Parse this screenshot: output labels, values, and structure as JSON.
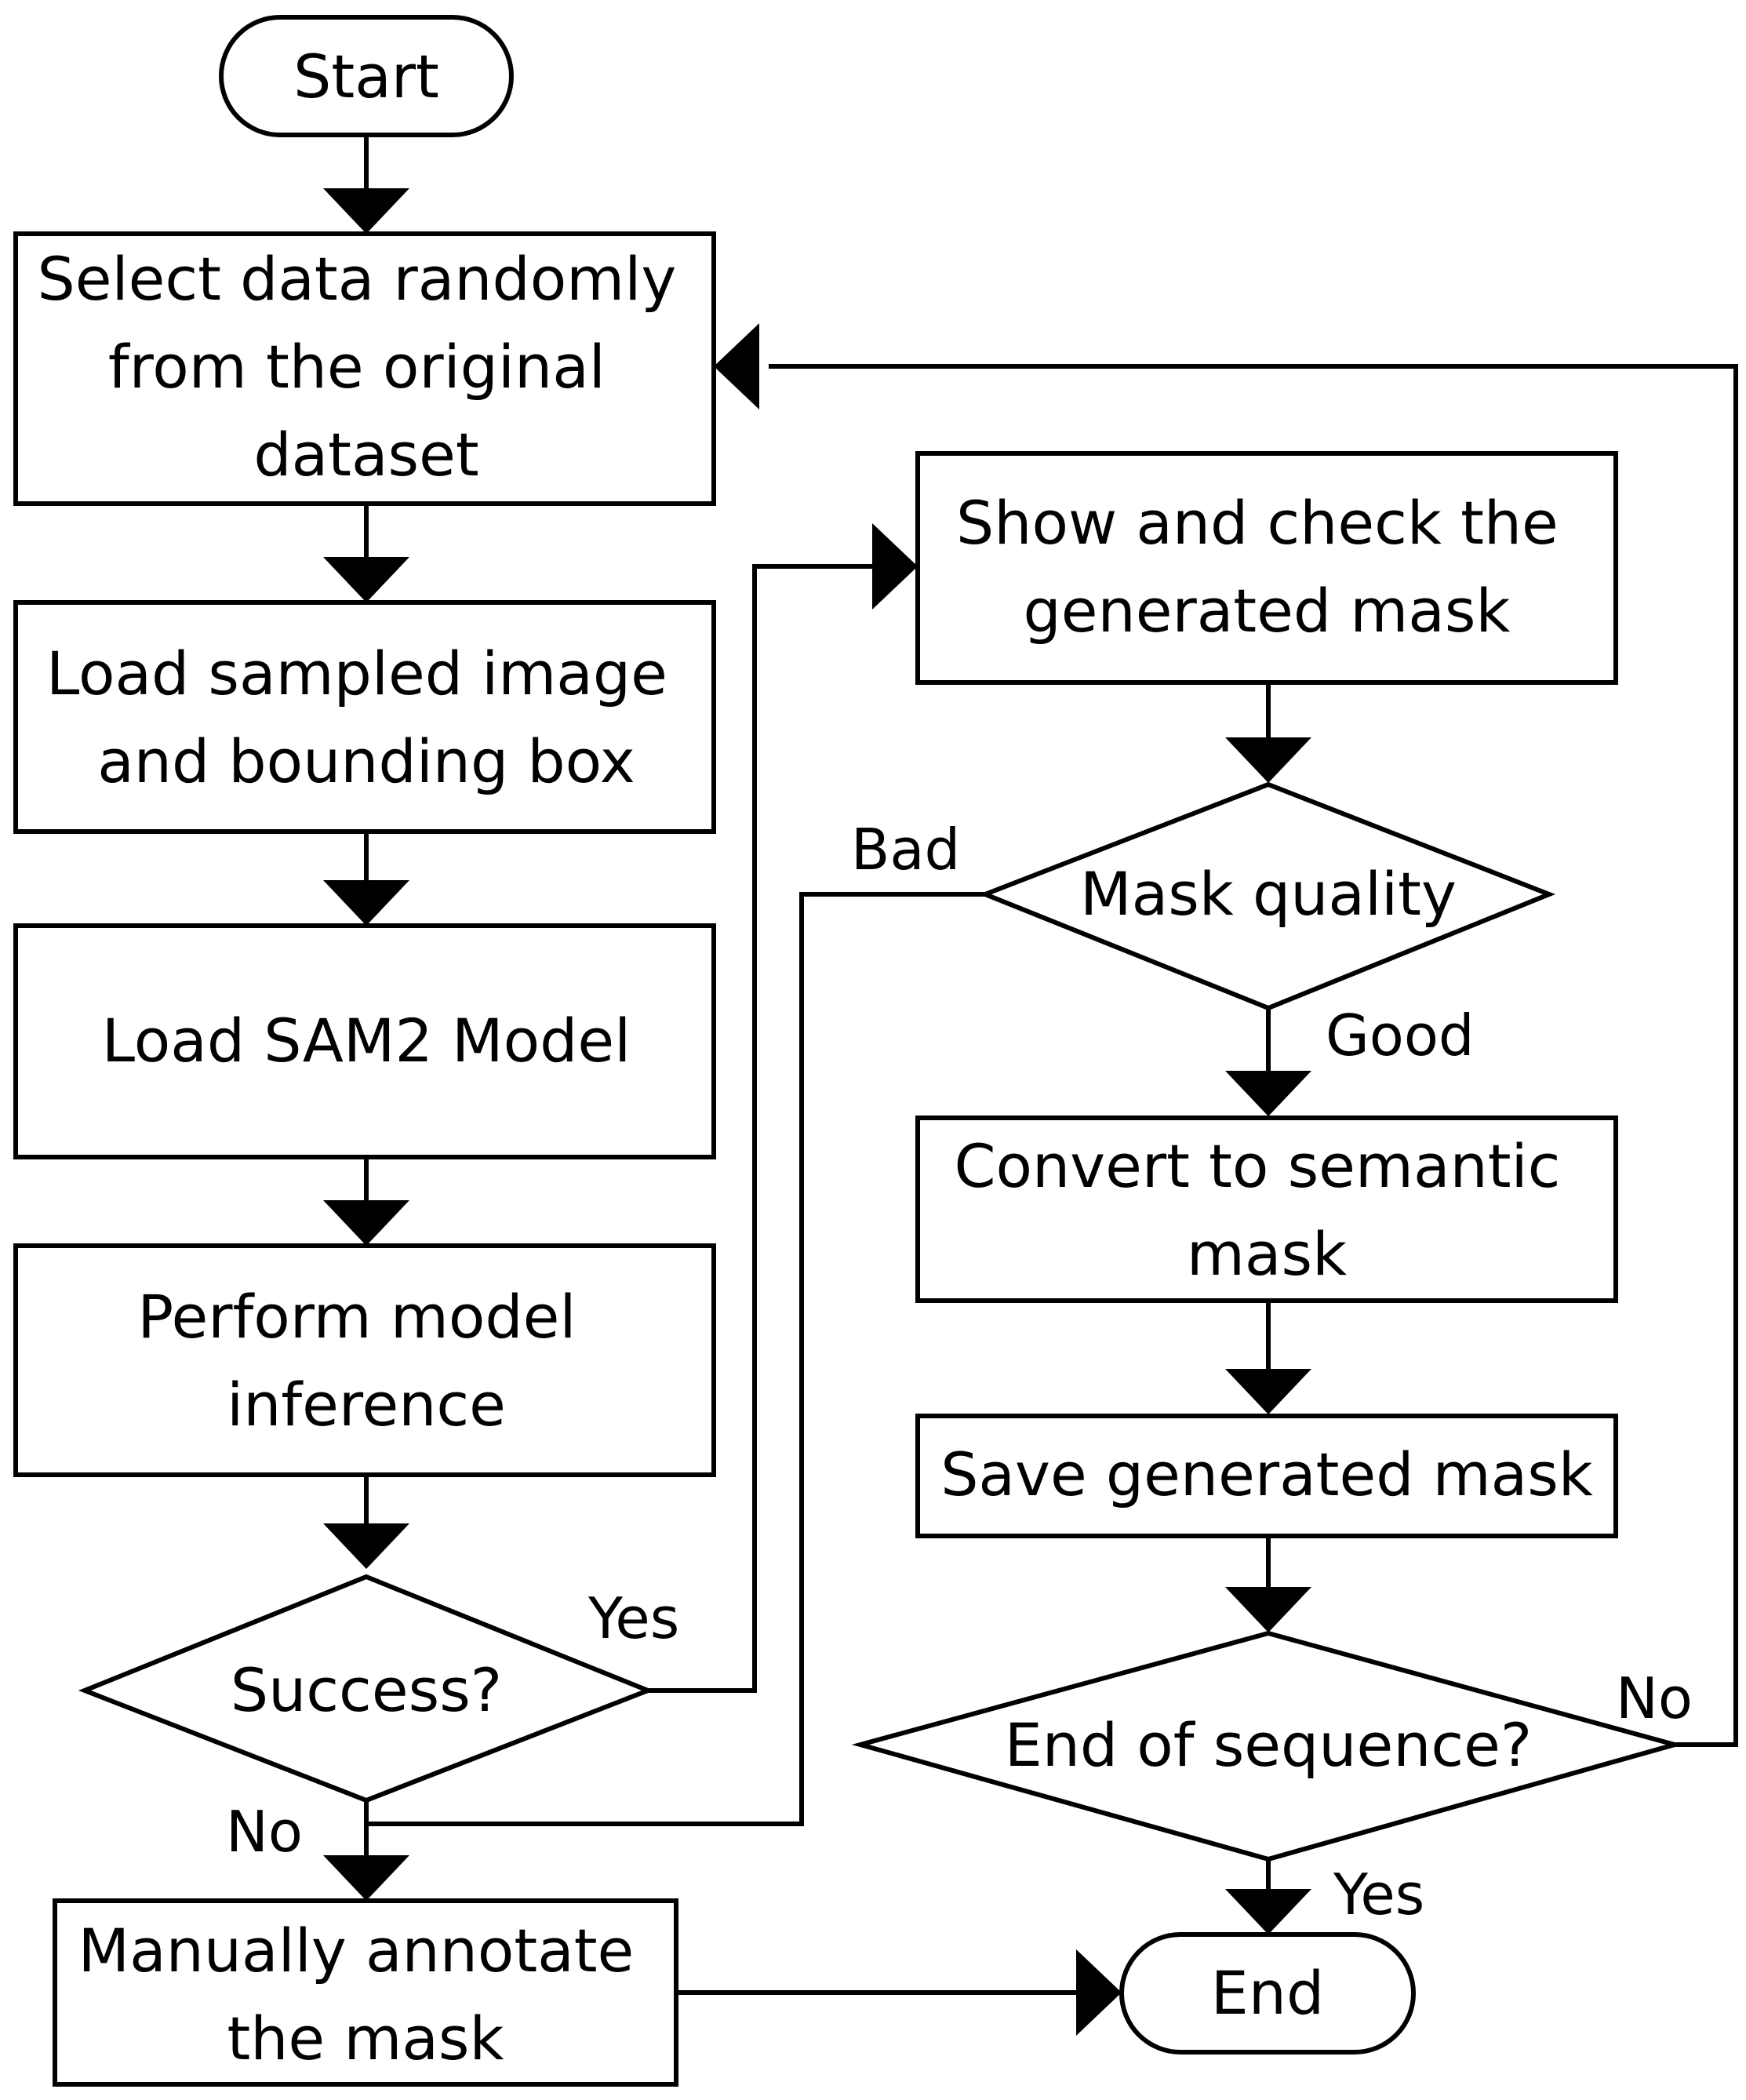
{
  "diagram": {
    "nodes": {
      "start": {
        "lines": [
          "Start"
        ]
      },
      "select": {
        "lines": [
          "Select data randomly",
          "from the original",
          "dataset"
        ]
      },
      "load_image": {
        "lines": [
          "Load sampled image",
          "and bounding box"
        ]
      },
      "load_model": {
        "lines": [
          "Load SAM2 Model"
        ]
      },
      "inference": {
        "lines": [
          "Perform model",
          "inference"
        ]
      },
      "success": {
        "lines": [
          "Success?"
        ]
      },
      "manual": {
        "lines": [
          "Manually annotate",
          "the mask"
        ]
      },
      "show": {
        "lines": [
          "Show and check the",
          "generated mask"
        ]
      },
      "quality": {
        "lines": [
          "Mask quality"
        ]
      },
      "convert": {
        "lines": [
          "Convert to semantic",
          "mask"
        ]
      },
      "save": {
        "lines": [
          "Save generated mask"
        ]
      },
      "eos": {
        "lines": [
          "End of sequence?"
        ]
      },
      "end": {
        "lines": [
          "End"
        ]
      }
    },
    "edge_labels": {
      "success_yes": "Yes",
      "success_no": "No",
      "quality_bad": "Bad",
      "quality_good": "Good",
      "eos_no": "No",
      "eos_yes": "Yes"
    },
    "colors": {
      "stroke": "#000000",
      "fill": "#ffffff",
      "text": "#000000"
    }
  }
}
